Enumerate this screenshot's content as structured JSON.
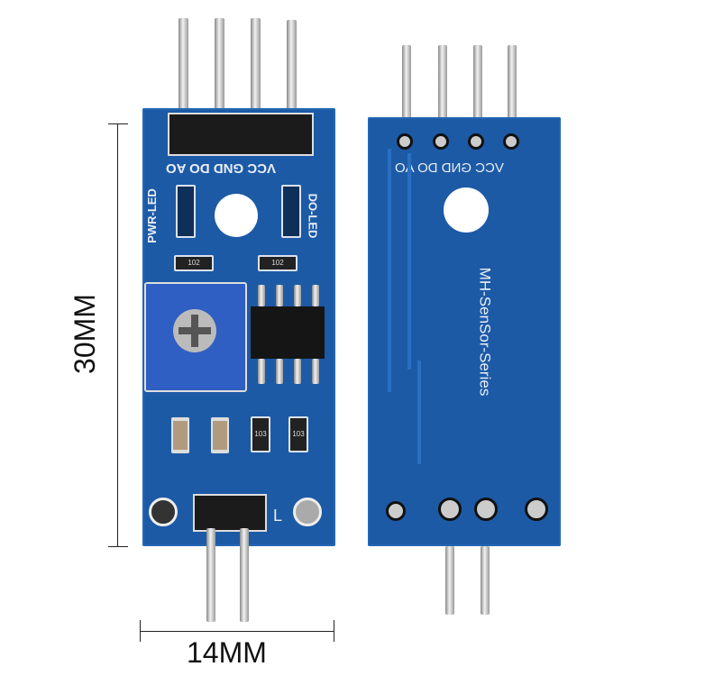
{
  "front": {
    "pin_labels": "VCC GND DO AO",
    "pwr_led_label": "PWR-LED",
    "do_led_label": "DO-LED",
    "resistor_1": "102",
    "resistor_2": "102",
    "resistor_3": "103",
    "resistor_4": "103",
    "sensor_label": "L"
  },
  "back": {
    "pin_labels": "VCC GND DO AO",
    "series_label": "MH-SenSor-Series"
  },
  "dimensions": {
    "height": "30MM",
    "width": "14MM"
  },
  "colors": {
    "pcb": "#1d5aa6",
    "header": "#1b1b1b"
  }
}
